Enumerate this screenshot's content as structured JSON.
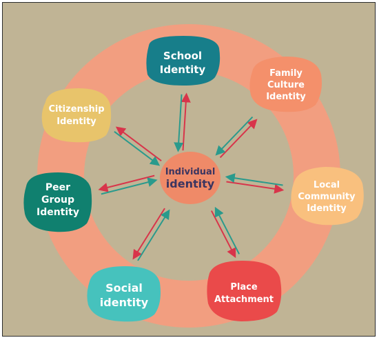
{
  "center": {
    "lines": [
      "Individual",
      "identity"
    ]
  },
  "nodes": [
    {
      "id": "school",
      "lines": [
        "School",
        "Identity"
      ]
    },
    {
      "id": "family-culture",
      "lines": [
        "Family",
        "Culture",
        "Identity"
      ]
    },
    {
      "id": "local-community",
      "lines": [
        "Local",
        "Community",
        "Identity"
      ]
    },
    {
      "id": "place-attachment",
      "lines": [
        "Place",
        "Attachment"
      ]
    },
    {
      "id": "social",
      "lines": [
        "Social",
        "identity"
      ]
    },
    {
      "id": "peer-group",
      "lines": [
        "Peer",
        "Group",
        "Identity"
      ]
    },
    {
      "id": "citizenship",
      "lines": [
        "Citizenship",
        "Identity"
      ]
    }
  ],
  "colors": {
    "background": "#c0b495",
    "ring": "#f29e80",
    "center_fill": "#ef8a68",
    "center_text": "#3b3560",
    "arrow_red": "#d8344a",
    "arrow_green": "#2a9a8c",
    "school": "#177e8a",
    "family-culture": "#f4906b",
    "local-community": "#f9c07e",
    "place-attachment": "#ea4a4a",
    "social": "#46c2bd",
    "peer-group": "#10806f",
    "citizenship": "#e8c46b"
  }
}
